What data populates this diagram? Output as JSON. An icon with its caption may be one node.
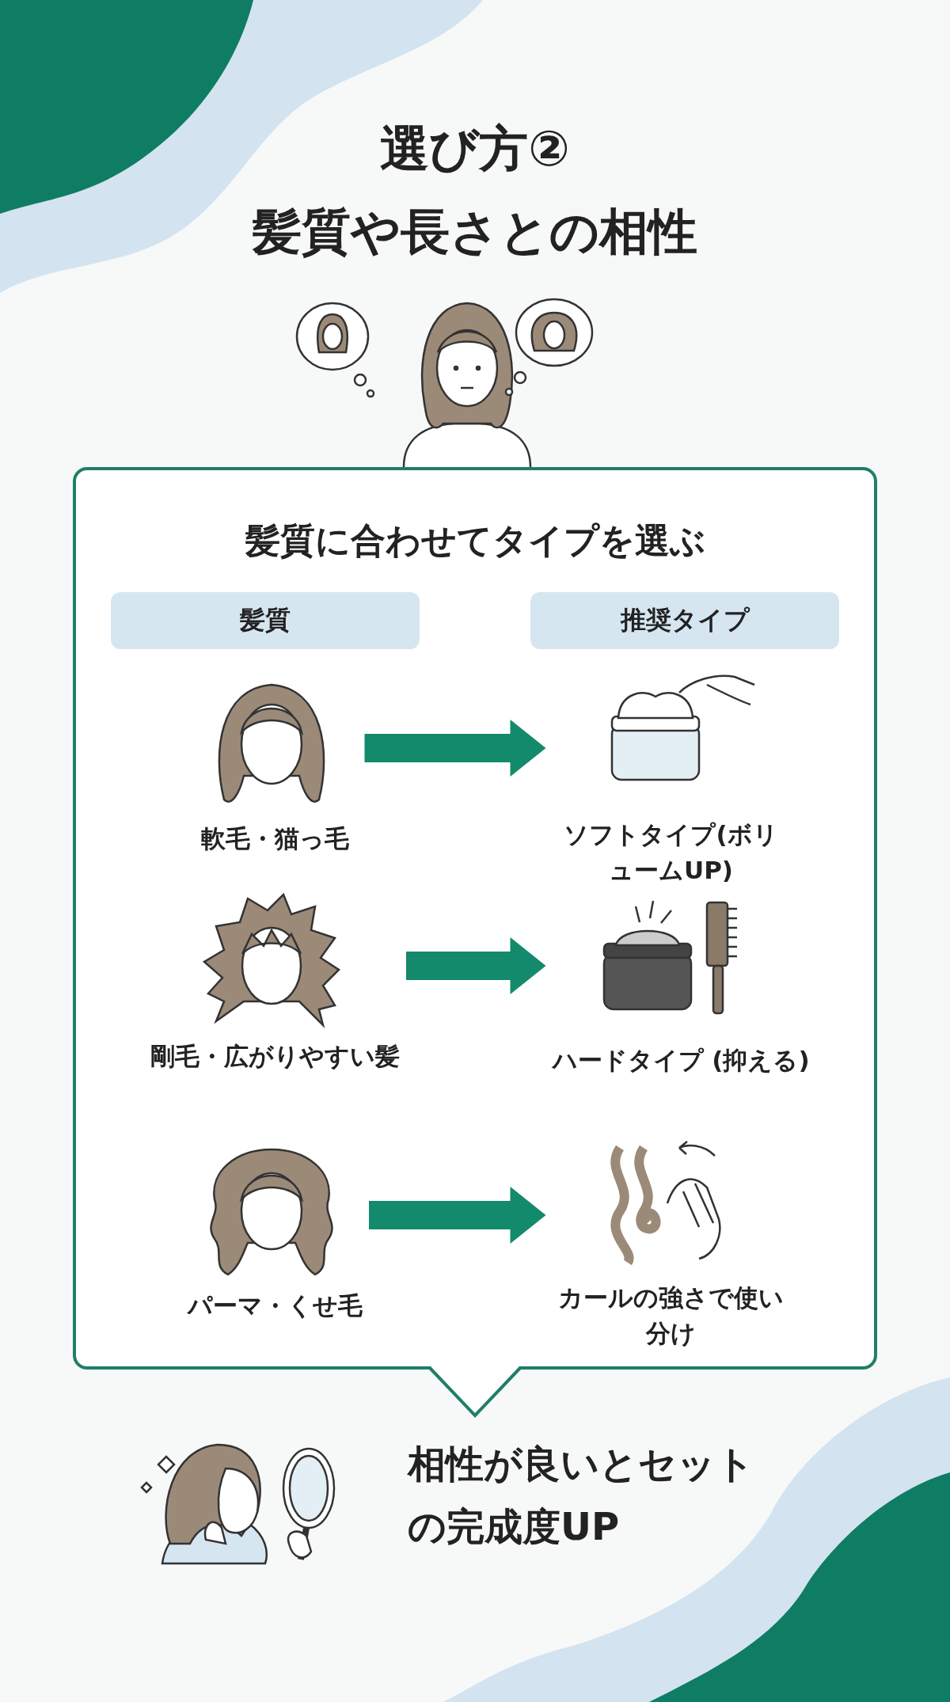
{
  "diagram": {
    "title": "選び方② 髪質や長さとの相性",
    "nodes": [
      {
        "text": [
          "髪質に合わせてタイプを選ぶ"
        ]
      },
      {
        "text": [
          "髪質"
        ],
        "in": 0
      },
      {
        "text": [
          "推奨タイプ"
        ],
        "in": 0
      },
      {
        "text": [
          "軟毛・猫っ毛"
        ],
        "in": 0
      },
      {
        "text": [
          "ソフトタイプ(ボリュームUP)"
        ],
        "in": 0
      },
      {
        "text": [
          "剛毛・広がりやすい髪"
        ],
        "in": 0
      },
      {
        "text": [
          "ハードタイプ (抑える)"
        ],
        "in": 0
      },
      {
        "text": [
          "パーマ・くせ毛"
        ],
        "in": 0
      },
      {
        "text": [
          "カールの強さで使い分け"
        ],
        "in": 0
      }
    ],
    "edges": [
      {
        "from": 3,
        "to": 4,
        "arrow": "to"
      },
      {
        "from": 5,
        "to": 6,
        "arrow": "to"
      },
      {
        "from": 7,
        "to": 8,
        "arrow": "to"
      }
    ],
    "labels": [
      "相性が良いとセットの完成度UP"
    ]
  }
}
